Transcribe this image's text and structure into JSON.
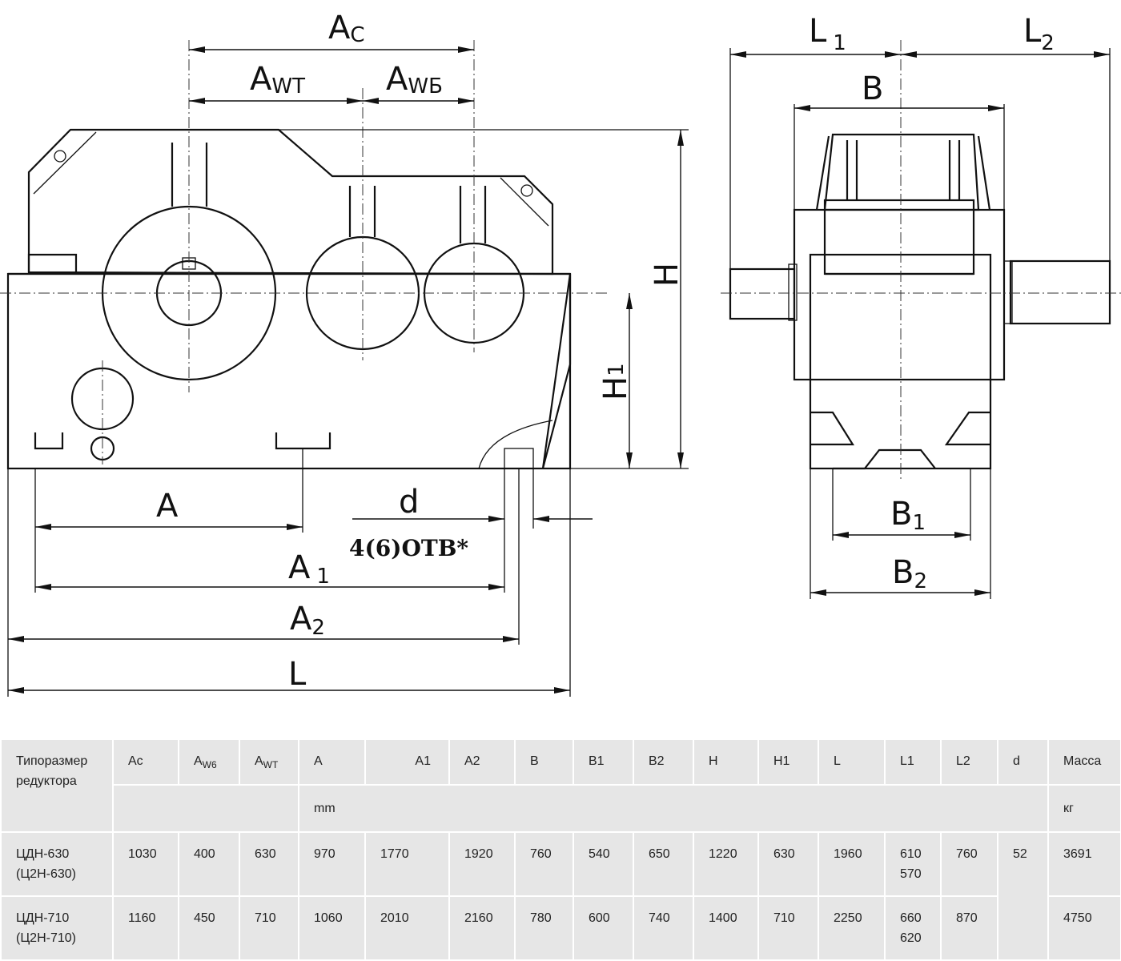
{
  "drawing": {
    "labels": {
      "Ac": {
        "main": "A",
        "sub": "C"
      },
      "Awt": {
        "main": "A",
        "sub": "WT"
      },
      "Awb": {
        "main": "A",
        "sub": "WБ"
      },
      "L1": {
        "main": "L",
        "sub": "1"
      },
      "L2": {
        "main": "L",
        "sub": "2"
      },
      "B": {
        "main": "B"
      },
      "H": {
        "main": "H"
      },
      "H1": {
        "main": "H",
        "sub": "1"
      },
      "A": {
        "main": "A"
      },
      "d": {
        "main": "d"
      },
      "holes": "4(6)ОТВ*",
      "A1": {
        "main": "A",
        "sub": "1"
      },
      "A2": {
        "main": "A",
        "sub": "2"
      },
      "L": {
        "main": "L"
      },
      "B1": {
        "main": "B",
        "sub": "1"
      },
      "B2": {
        "main": "B",
        "sub": "2"
      }
    }
  },
  "table": {
    "header": {
      "model": "Типоразмер редуктора",
      "Ac": "Ac",
      "Aw6": {
        "main": "A",
        "sub": "W6"
      },
      "Awt": {
        "main": "A",
        "sub": "WT"
      },
      "A": "A",
      "A1": "A1",
      "A2": "A2",
      "B": "B",
      "B1": "B1",
      "B2": "B2",
      "H": "H",
      "H1": "H1",
      "L": "L",
      "L1": "L1",
      "L2": "L2",
      "d": "d",
      "mass": "Масса"
    },
    "units": {
      "mm": "mm",
      "kg": "кг"
    },
    "rows": [
      {
        "model": "ЦДН-630",
        "model_alt": "(Ц2Н-630)",
        "Ac": "1030",
        "Aw6": "400",
        "Awt": "630",
        "A": "970",
        "A1": "1770",
        "A2": "1920",
        "B": "760",
        "B1": "540",
        "B2": "650",
        "H": "1220",
        "H1": "630",
        "L": "1960",
        "L1a": "610",
        "L1b": "570",
        "L2": "760",
        "d": "52",
        "mass": "3691"
      },
      {
        "model": "ЦДН-710",
        "model_alt": "(Ц2Н-710)",
        "Ac": "1160",
        "Aw6": "450",
        "Awt": "710",
        "A": "1060",
        "A1": "2010",
        "A2": "2160",
        "B": "780",
        "B1": "600",
        "B2": "740",
        "H": "1400",
        "H1": "710",
        "L": "2250",
        "L1a": "660",
        "L1b": "620",
        "L2": "870",
        "mass": "4750"
      }
    ]
  }
}
